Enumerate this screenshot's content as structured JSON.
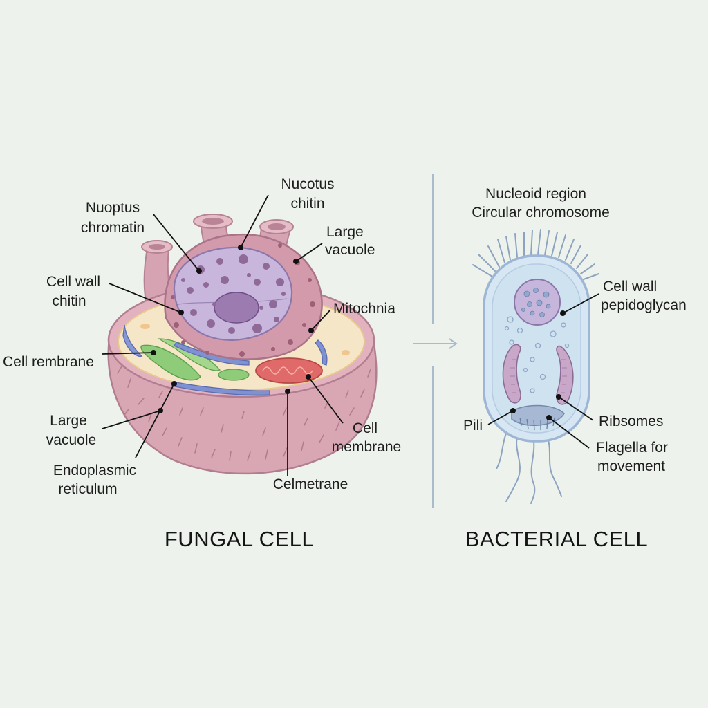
{
  "fungal": {
    "title": "FUNGAL CELL",
    "labels": {
      "nuoptus": [
        "Nuoptus",
        "chromatin"
      ],
      "nucotus": [
        "Nucotus",
        "chitin"
      ],
      "large_vacuole_top": [
        "Large",
        "vacuole"
      ],
      "cell_wall": [
        "Cell wall",
        "chitin"
      ],
      "mitochnia": [
        "Mitochnia"
      ],
      "cell_rembrane": [
        "Cell rembrane"
      ],
      "large_vacuole_bottom": [
        "Large",
        "vacuole"
      ],
      "cell_membrane": [
        "Cell",
        "membrane"
      ],
      "endoplasmic": [
        "Endoplasmic",
        "reticulum"
      ],
      "celmetrane": [
        "Celmetrane"
      ]
    }
  },
  "bacterial": {
    "title": "BACTERIAL CELL",
    "labels": {
      "nucleoid": [
        "Nucleoid region",
        "Circular chromosome"
      ],
      "cell_wall": [
        "Cell wall",
        "pepidoglycan"
      ],
      "pili": [
        "Pili"
      ],
      "ribsomes": [
        "Ribsomes"
      ],
      "flagella": [
        "Flagella for",
        "movement"
      ]
    }
  },
  "colors": {
    "background": "#edf3ec",
    "fungal_wall": "#d9a7b4",
    "nucleus": "#c8b6dc",
    "mitochondria": "#e06a6a",
    "er_green": "#8fcc79",
    "er_blue": "#7f91d0",
    "bacterial_wall": "#9db6d6",
    "divider": "#a9bccb"
  }
}
